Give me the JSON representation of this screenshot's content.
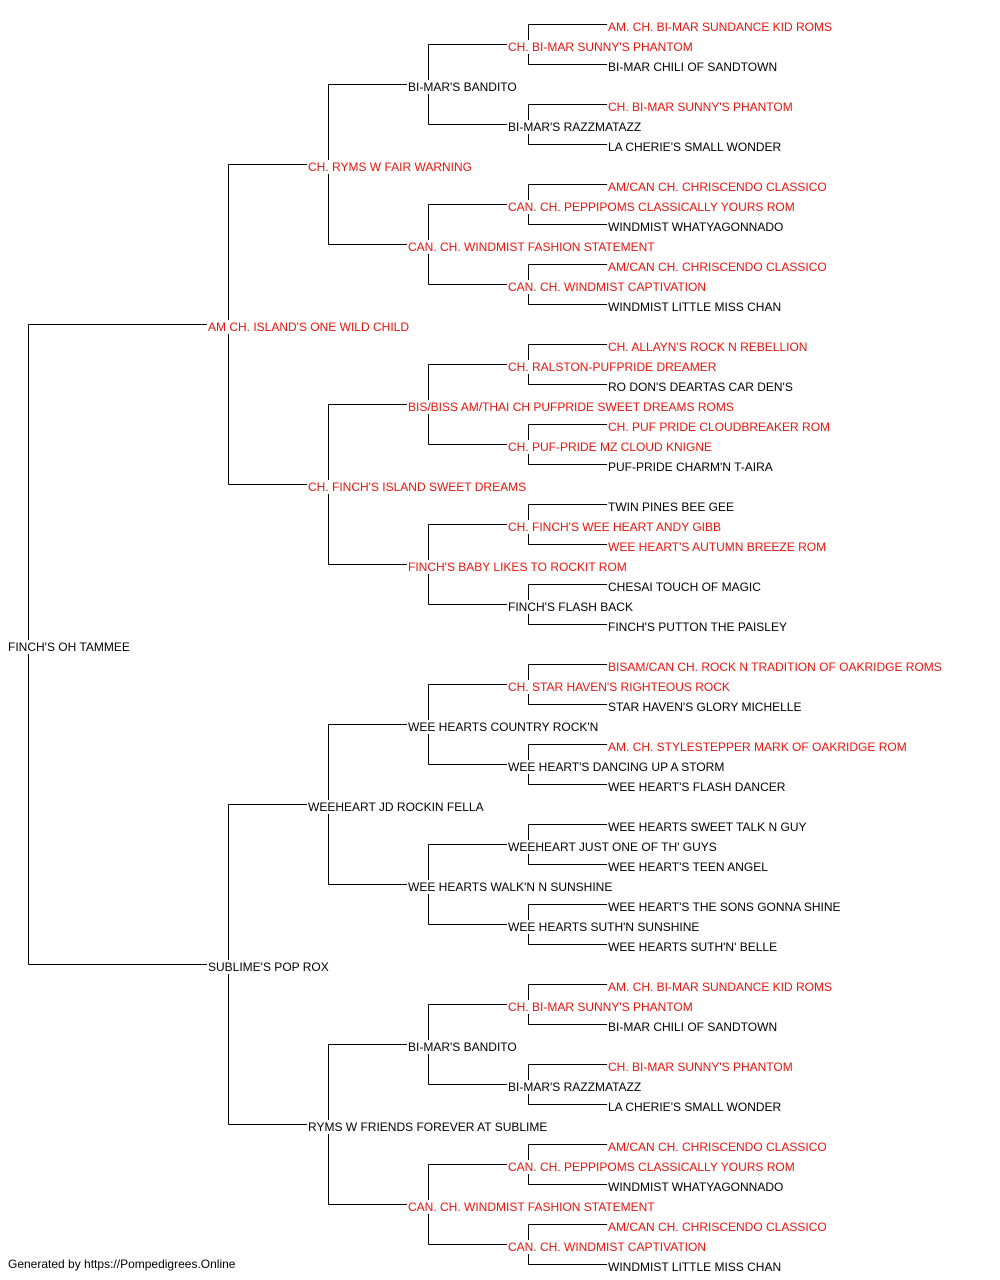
{
  "colors": {
    "champion": "#e8150f",
    "normal": "#000000",
    "line": "#000000"
  },
  "pedigree": {
    "name": "FINCH'S OH TAMMEE",
    "champion": false,
    "sire": {
      "name": "AM CH. ISLAND'S ONE WILD CHILD",
      "champion": true,
      "sire": {
        "name": "CH. RYMS W FAIR WARNING",
        "champion": true,
        "sire": {
          "name": "BI-MAR'S BANDITO",
          "champion": false,
          "sire": {
            "name": "CH. BI-MAR SUNNY'S PHANTOM",
            "champion": true,
            "sire": {
              "name": "AM. CH. BI-MAR SUNDANCE KID ROMS",
              "champion": true
            },
            "dam": {
              "name": "BI-MAR CHILI OF SANDTOWN",
              "champion": false
            }
          },
          "dam": {
            "name": "BI-MAR'S RAZZMATAZZ",
            "champion": false,
            "sire": {
              "name": "CH. BI-MAR SUNNY'S PHANTOM",
              "champion": true
            },
            "dam": {
              "name": "LA CHERIE'S SMALL WONDER",
              "champion": false
            }
          }
        },
        "dam": {
          "name": "CAN. CH. WINDMIST FASHION STATEMENT",
          "champion": true,
          "sire": {
            "name": "CAN. CH. PEPPIPOMS CLASSICALLY YOURS ROM",
            "champion": true,
            "sire": {
              "name": "AM/CAN CH. CHRISCENDO CLASSICO",
              "champion": true
            },
            "dam": {
              "name": "WINDMIST WHATYAGONNADO",
              "champion": false
            }
          },
          "dam": {
            "name": "CAN. CH. WINDMIST CAPTIVATION",
            "champion": true,
            "sire": {
              "name": "AM/CAN CH. CHRISCENDO CLASSICO",
              "champion": true
            },
            "dam": {
              "name": "WINDMIST LITTLE MISS CHAN",
              "champion": false
            }
          }
        }
      },
      "dam": {
        "name": "CH. FINCH'S ISLAND SWEET DREAMS",
        "champion": true,
        "sire": {
          "name": "BIS/BISS AM/THAI CH PUFPRIDE SWEET DREAMS ROMS",
          "champion": true,
          "sire": {
            "name": "CH. RALSTON-PUFPRIDE DREAMER",
            "champion": true,
            "sire": {
              "name": "CH. ALLAYN'S ROCK N REBELLION",
              "champion": true
            },
            "dam": {
              "name": "RO DON'S DEARTAS CAR DEN'S",
              "champion": false
            }
          },
          "dam": {
            "name": "CH. PUF-PRIDE MZ CLOUD KNIGNE",
            "champion": true,
            "sire": {
              "name": "CH. PUF PRIDE CLOUDBREAKER ROM",
              "champion": true
            },
            "dam": {
              "name": "PUF-PRIDE CHARM'N T-AIRA",
              "champion": false
            }
          }
        },
        "dam": {
          "name": "FINCH'S BABY LIKES TO ROCKIT ROM",
          "champion": true,
          "sire": {
            "name": "CH. FINCH'S WEE HEART ANDY GIBB",
            "champion": true,
            "sire": {
              "name": "TWIN PINES BEE GEE",
              "champion": false
            },
            "dam": {
              "name": "WEE HEART'S AUTUMN BREEZE ROM",
              "champion": true
            }
          },
          "dam": {
            "name": "FINCH'S FLASH BACK",
            "champion": false,
            "sire": {
              "name": "CHESAI TOUCH OF MAGIC",
              "champion": false
            },
            "dam": {
              "name": "FINCH'S PUTTON THE PAISLEY",
              "champion": false
            }
          }
        }
      }
    },
    "dam": {
      "name": "SUBLIME'S POP ROX",
      "champion": false,
      "sire": {
        "name": "WEEHEART JD ROCKIN FELLA",
        "champion": false,
        "sire": {
          "name": "WEE HEARTS COUNTRY ROCK'N",
          "champion": false,
          "sire": {
            "name": "CH. STAR HAVEN'S RIGHTEOUS ROCK",
            "champion": true,
            "sire": {
              "name": "BISAM/CAN CH. ROCK N TRADITION OF OAKRIDGE ROMS",
              "champion": true
            },
            "dam": {
              "name": "STAR HAVEN'S GLORY MICHELLE",
              "champion": false
            }
          },
          "dam": {
            "name": "WEE HEART'S DANCING UP A STORM",
            "champion": false,
            "sire": {
              "name": "AM. CH. STYLESTEPPER MARK OF OAKRIDGE ROM",
              "champion": true
            },
            "dam": {
              "name": "WEE HEART'S FLASH DANCER",
              "champion": false
            }
          }
        },
        "dam": {
          "name": "WEE HEARTS WALK'N N SUNSHINE",
          "champion": false,
          "sire": {
            "name": "WEEHEART JUST ONE OF TH' GUYS",
            "champion": false,
            "sire": {
              "name": "WEE HEARTS SWEET TALK N GUY",
              "champion": false
            },
            "dam": {
              "name": "WEE HEART'S TEEN ANGEL",
              "champion": false
            }
          },
          "dam": {
            "name": "WEE HEARTS SUTH'N SUNSHINE",
            "champion": false,
            "sire": {
              "name": "WEE HEART'S THE SONS GONNA SHINE",
              "champion": false
            },
            "dam": {
              "name": "WEE HEARTS SUTH'N' BELLE",
              "champion": false
            }
          }
        }
      },
      "dam": {
        "name": "RYMS W FRIENDS FOREVER AT SUBLIME",
        "champion": false,
        "sire": {
          "name": "BI-MAR'S BANDITO",
          "champion": false,
          "sire": {
            "name": "CH. BI-MAR SUNNY'S PHANTOM",
            "champion": true,
            "sire": {
              "name": "AM. CH. BI-MAR SUNDANCE KID ROMS",
              "champion": true
            },
            "dam": {
              "name": "BI-MAR CHILI OF SANDTOWN",
              "champion": false
            }
          },
          "dam": {
            "name": "BI-MAR'S RAZZMATAZZ",
            "champion": false,
            "sire": {
              "name": "CH. BI-MAR SUNNY'S PHANTOM",
              "champion": true
            },
            "dam": {
              "name": "LA CHERIE'S SMALL WONDER",
              "champion": false
            }
          }
        },
        "dam": {
          "name": "CAN. CH. WINDMIST FASHION STATEMENT",
          "champion": true,
          "sire": {
            "name": "CAN. CH. PEPPIPOMS CLASSICALLY YOURS ROM",
            "champion": true,
            "sire": {
              "name": "AM/CAN CH. CHRISCENDO CLASSICO",
              "champion": true
            },
            "dam": {
              "name": "WINDMIST WHATYAGONNADO",
              "champion": false
            }
          },
          "dam": {
            "name": "CAN. CH. WINDMIST CAPTIVATION",
            "champion": true,
            "sire": {
              "name": "AM/CAN CH. CHRISCENDO CLASSICO",
              "champion": true
            },
            "dam": {
              "name": "WINDMIST LITTLE MISS CHAN",
              "champion": false
            }
          }
        }
      }
    }
  },
  "footer": "Generated by https://Pompedigrees.Online"
}
